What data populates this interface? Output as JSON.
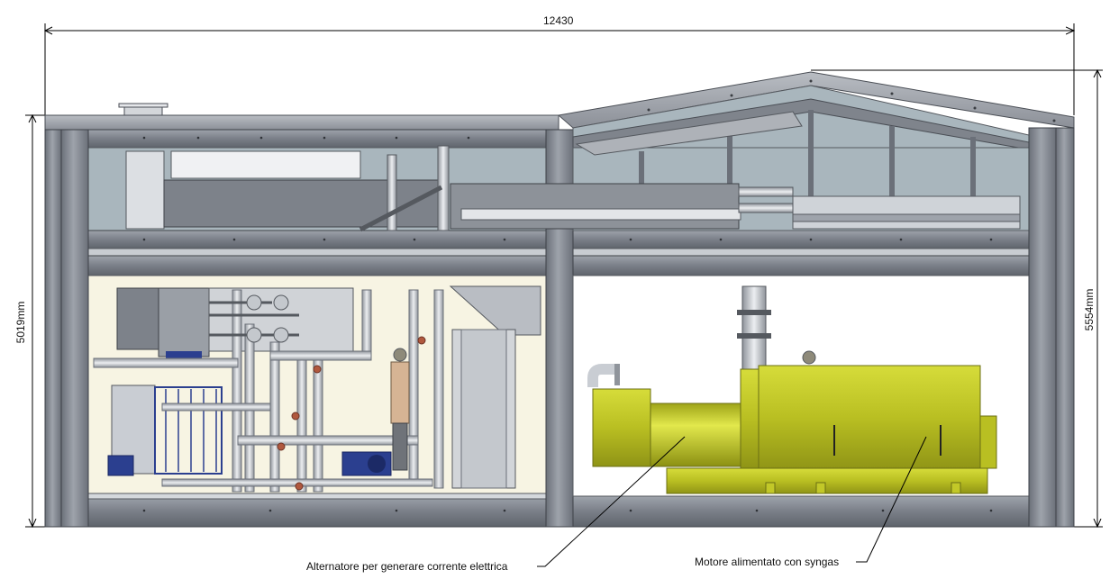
{
  "dimensions": {
    "overall_length": "12430",
    "height_left": "5019mm",
    "height_right": "5554mm"
  },
  "callouts": {
    "alternator": "Alternatore per generare corrente elettrica",
    "engine": "Motore alimentato con syngas"
  },
  "colors": {
    "frame_steel": "#8a8e96",
    "frame_dark": "#5d626b",
    "panel_glass": "#a9b6bd",
    "genset_yellow": "#c2c828",
    "pipe_steel": "#c9cdd3",
    "pump_blue": "#2b3f8f"
  }
}
